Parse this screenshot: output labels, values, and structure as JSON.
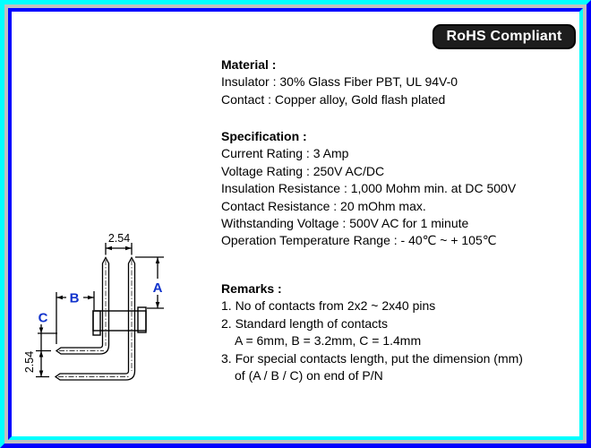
{
  "badge": {
    "label": "RoHS Compliant"
  },
  "sections": {
    "material": {
      "heading": "Material :",
      "lines": [
        "Insulator : 30% Glass Fiber PBT, UL 94V-0",
        "Contact : Copper alloy, Gold flash plated"
      ]
    },
    "specification": {
      "heading": "Specification :",
      "lines": [
        "Current Rating : 3 Amp",
        "Voltage Rating : 250V AC/DC",
        "Insulation Resistance : 1,000 Mohm min. at DC 500V",
        "Contact Resistance : 20 mOhm max.",
        "Withstanding Voltage : 500V AC for 1 minute",
        "Operation Temperature Range : - 40℃ ~ + 105℃"
      ]
    },
    "remarks": {
      "heading": "Remarks :",
      "lines": [
        "1. No of contacts from 2x2 ~ 2x40 pins",
        "2. Standard length of contacts",
        "A = 6mm, B = 3.2mm, C = 1.4mm",
        "3. For special contacts length, put the dimension (mm)",
        "of (A / B / C) on end of P/N"
      ]
    }
  },
  "diagram": {
    "top_pitch_label": "2.54",
    "bottom_pitch_label": "2.54",
    "dim_a_label": "A",
    "dim_b_label": "B",
    "dim_c_label": "C"
  },
  "colors": {
    "frame_cyan": "#00ffff",
    "frame_blue": "#0000ff",
    "frame_gray": "#c0c0c0",
    "badge_bg": "#1d1d1d",
    "badge_text": "#ffffff",
    "dim_label_blue": "#1133cc",
    "drawing_line": "#000000"
  }
}
